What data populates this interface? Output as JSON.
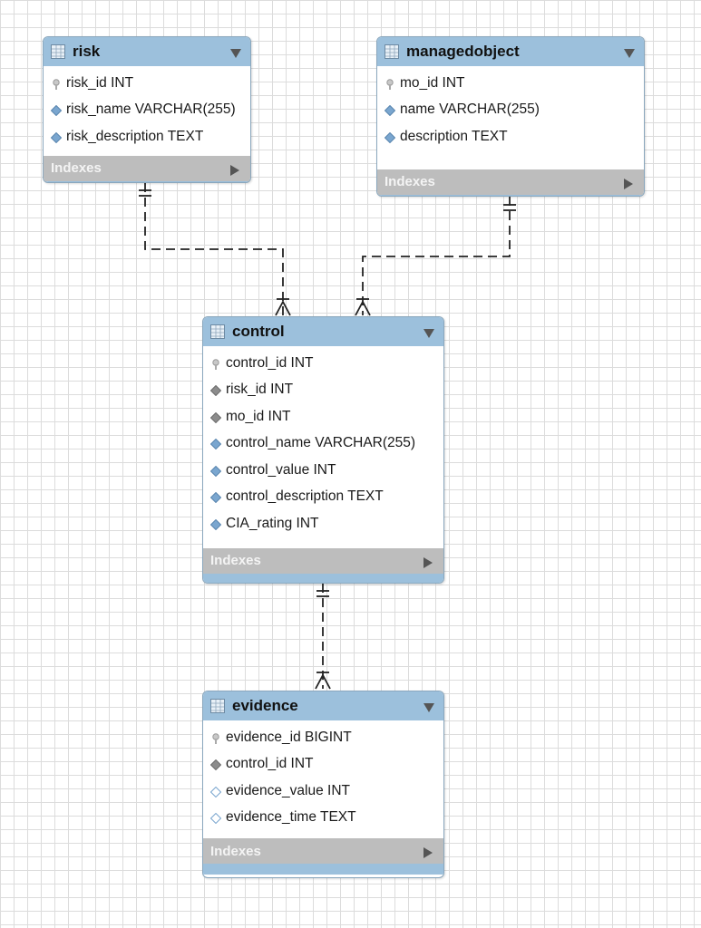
{
  "tables": {
    "risk": {
      "title": "risk",
      "columns": [
        {
          "name": "risk_id INT",
          "key": "primary"
        },
        {
          "name": "risk_name VARCHAR(255)",
          "key": "attribute"
        },
        {
          "name": "risk_description TEXT",
          "key": "attribute"
        }
      ],
      "indexes_label": "Indexes"
    },
    "managedobject": {
      "title": "managedobject",
      "columns": [
        {
          "name": "mo_id INT",
          "key": "primary"
        },
        {
          "name": "name VARCHAR(255)",
          "key": "attribute"
        },
        {
          "name": "description TEXT",
          "key": "attribute"
        }
      ],
      "indexes_label": "Indexes"
    },
    "control": {
      "title": "control",
      "columns": [
        {
          "name": "control_id INT",
          "key": "primary"
        },
        {
          "name": "risk_id INT",
          "key": "foreign"
        },
        {
          "name": "mo_id INT",
          "key": "foreign"
        },
        {
          "name": "control_name VARCHAR(255)",
          "key": "attribute"
        },
        {
          "name": "control_value INT",
          "key": "attribute"
        },
        {
          "name": "control_description TEXT",
          "key": "attribute"
        },
        {
          "name": "CIA_rating INT",
          "key": "attribute"
        }
      ],
      "indexes_label": "Indexes"
    },
    "evidence": {
      "title": "evidence",
      "columns": [
        {
          "name": "evidence_id BIGINT",
          "key": "primary"
        },
        {
          "name": "control_id INT",
          "key": "foreign"
        },
        {
          "name": "evidence_value INT",
          "key": "nullable"
        },
        {
          "name": "evidence_time TEXT",
          "key": "nullable"
        }
      ],
      "indexes_label": "Indexes"
    }
  },
  "relationships": [
    {
      "from": "risk",
      "to": "control",
      "cardinality": "one-to-many"
    },
    {
      "from": "managedobject",
      "to": "control",
      "cardinality": "one-to-many"
    },
    {
      "from": "control",
      "to": "evidence",
      "cardinality": "one-to-many"
    }
  ],
  "colors": {
    "header": "#9cc0dc",
    "indexes_bar": "#bdbdbd",
    "grid": "#dcdcdc",
    "connector": "#222222",
    "attribute_diamond": "#7aa6cf",
    "foreign_diamond": "#8c8c8c"
  }
}
